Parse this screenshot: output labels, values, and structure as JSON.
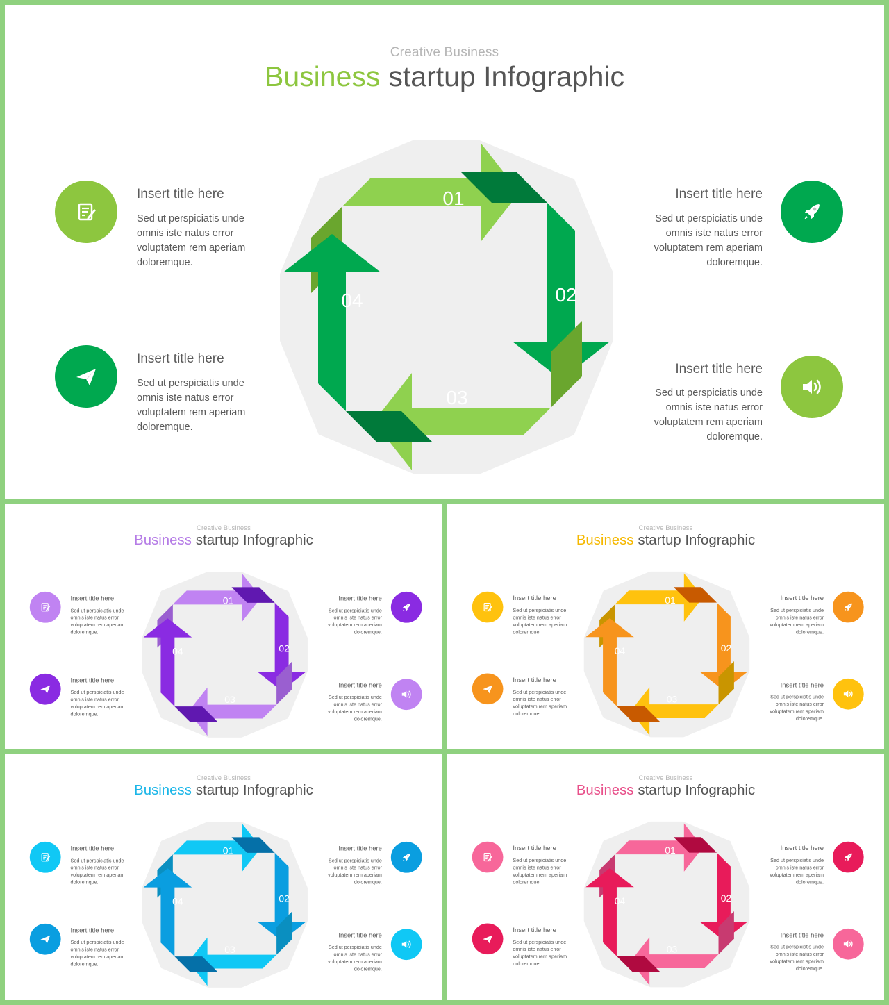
{
  "slides": [
    {
      "supertitle": "Creative Business",
      "title_accent": "Business",
      "title_rest": "startup Infographic",
      "colors": {
        "accent": "#8dc63f",
        "light": "#8fd14f",
        "dark": "#00a84f",
        "fold_light": "#6aa62e",
        "fold_dark": "#007a3a",
        "icon_a": "#8dc63f",
        "icon_b": "#00a84f"
      },
      "steps": [
        "01",
        "02",
        "03",
        "04"
      ],
      "items": [
        {
          "title": "Insert title here",
          "body": "Sed ut perspiciatis unde omnis iste natus error voluptatem rem aperiam doloremque.",
          "icon": "notepad-icon"
        },
        {
          "title": "Insert title here",
          "body": "Sed ut perspiciatis unde omnis iste natus error voluptatem rem aperiam doloremque.",
          "icon": "paper-plane-icon"
        },
        {
          "title": "Insert title here",
          "body": "Sed ut perspiciatis unde omnis iste natus error voluptatem rem aperiam doloremque.",
          "icon": "rocket-icon"
        },
        {
          "title": "Insert title here",
          "body": "Sed ut perspiciatis unde omnis iste natus error voluptatem rem aperiam doloremque.",
          "icon": "speaker-icon"
        }
      ]
    },
    {
      "supertitle": "Creative Business",
      "title_accent": "Business",
      "title_rest": "startup Infographic",
      "colors": {
        "accent": "#b57ce6",
        "light": "#c083f2",
        "dark": "#8a2be2",
        "fold_light": "#9a5fd0",
        "fold_dark": "#6018b0",
        "icon_a": "#c083f2",
        "icon_b": "#8a2be2"
      },
      "steps": [
        "01",
        "02",
        "03",
        "04"
      ],
      "items": [
        {
          "title": "Insert title here",
          "body": "Sed ut perspiciatis unde omnis iste natus error voluptatem rem aperiam doloremque.",
          "icon": "notepad-icon"
        },
        {
          "title": "Insert title here",
          "body": "Sed ut perspiciatis unde omnis iste natus error voluptatem rem aperiam doloremque.",
          "icon": "paper-plane-icon"
        },
        {
          "title": "Insert title here",
          "body": "Sed ut perspiciatis unde omnis iste natus error voluptatem rem aperiam doloremque.",
          "icon": "rocket-icon"
        },
        {
          "title": "Insert title here",
          "body": "Sed ut perspiciatis unde omnis iste natus error voluptatem rem aperiam doloremque.",
          "icon": "speaker-icon"
        }
      ]
    },
    {
      "supertitle": "Creative Business",
      "title_accent": "Business",
      "title_rest": "startup Infographic",
      "colors": {
        "accent": "#f5b800",
        "light": "#ffc20e",
        "dark": "#f7941d",
        "fold_light": "#c99500",
        "fold_dark": "#c85a00",
        "icon_a": "#ffc20e",
        "icon_b": "#f7941d"
      },
      "steps": [
        "01",
        "02",
        "03",
        "04"
      ],
      "items": [
        {
          "title": "Insert title here",
          "body": "Sed ut perspiciatis unde omnis iste natus error voluptatem rem aperiam doloremque.",
          "icon": "notepad-icon"
        },
        {
          "title": "Insert title here",
          "body": "Sed ut perspiciatis unde omnis iste natus error voluptatem rem aperiam doloremque.",
          "icon": "paper-plane-icon"
        },
        {
          "title": "Insert title here",
          "body": "Sed ut perspiciatis unde omnis iste natus error voluptatem rem aperiam doloremque.",
          "icon": "rocket-icon"
        },
        {
          "title": "Insert title here",
          "body": "Sed ut perspiciatis unde omnis iste natus error voluptatem rem aperiam doloremque.",
          "icon": "speaker-icon"
        }
      ]
    },
    {
      "supertitle": "Creative Business",
      "title_accent": "Business",
      "title_rest": "startup Infographic",
      "colors": {
        "accent": "#1bb6e8",
        "light": "#10c8f5",
        "dark": "#0a9ee0",
        "fold_light": "#0a8fc0",
        "fold_dark": "#0570a8",
        "icon_a": "#10c8f5",
        "icon_b": "#0a9ee0"
      },
      "steps": [
        "01",
        "02",
        "03",
        "04"
      ],
      "items": [
        {
          "title": "Insert title here",
          "body": "Sed ut perspiciatis unde omnis iste natus error voluptatem rem aperiam doloremque.",
          "icon": "notepad-icon"
        },
        {
          "title": "Insert title here",
          "body": "Sed ut perspiciatis unde omnis iste natus error voluptatem rem aperiam doloremque.",
          "icon": "paper-plane-icon"
        },
        {
          "title": "Insert title here",
          "body": "Sed ut perspiciatis unde omnis iste natus error voluptatem rem aperiam doloremque.",
          "icon": "rocket-icon"
        },
        {
          "title": "Insert title here",
          "body": "Sed ut perspiciatis unde omnis iste natus error voluptatem rem aperiam doloremque.",
          "icon": "speaker-icon"
        }
      ]
    },
    {
      "supertitle": "Creative Business",
      "title_accent": "Business",
      "title_rest": "startup Infographic",
      "colors": {
        "accent": "#e8508a",
        "light": "#f7679a",
        "dark": "#e81b5a",
        "fold_light": "#c83a70",
        "fold_dark": "#b00a40",
        "icon_a": "#f7679a",
        "icon_b": "#e81b5a"
      },
      "steps": [
        "01",
        "02",
        "03",
        "04"
      ],
      "items": [
        {
          "title": "Insert title here",
          "body": "Sed ut perspiciatis unde omnis iste natus error voluptatem rem aperiam doloremque.",
          "icon": "notepad-icon"
        },
        {
          "title": "Insert title here",
          "body": "Sed ut perspiciatis unde omnis iste natus error voluptatem rem aperiam doloremque.",
          "icon": "paper-plane-icon"
        },
        {
          "title": "Insert title here",
          "body": "Sed ut perspiciatis unde omnis iste natus error voluptatem rem aperiam doloremque.",
          "icon": "rocket-icon"
        },
        {
          "title": "Insert title here",
          "body": "Sed ut perspiciatis unde omnis iste natus error voluptatem rem aperiam doloremque.",
          "icon": "speaker-icon"
        }
      ]
    }
  ]
}
